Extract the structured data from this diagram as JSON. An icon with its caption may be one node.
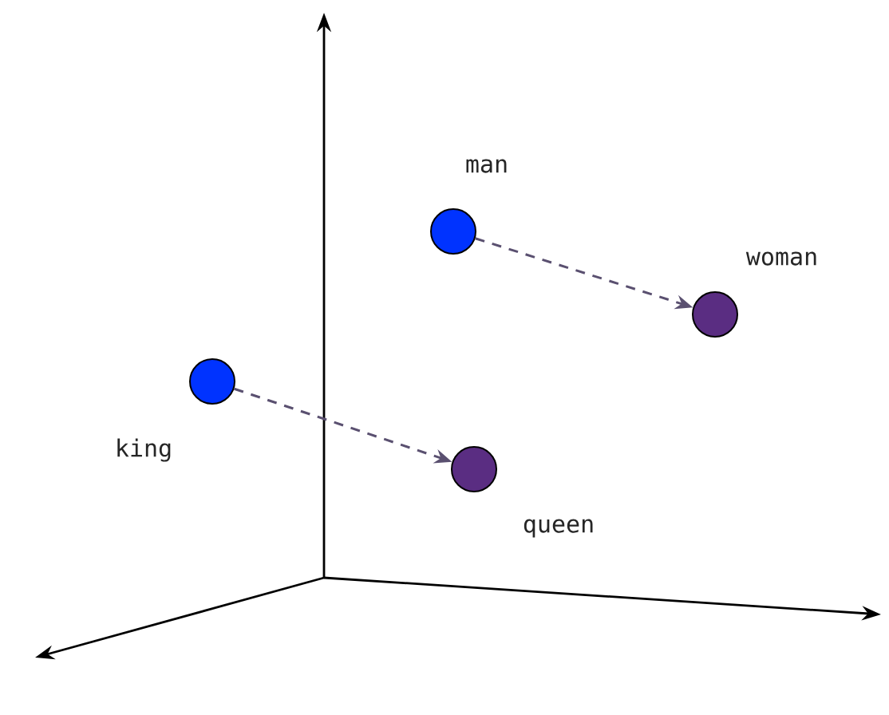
{
  "diagram": {
    "nodes": [
      {
        "text": [],
        "shape": "circle",
        "beside": [
          "man"
        ]
      },
      {
        "text": [],
        "shape": "circle",
        "beside": [
          "woman"
        ]
      },
      {
        "text": [],
        "shape": "circle",
        "beside": [
          "king"
        ]
      },
      {
        "text": [],
        "shape": "circle",
        "beside": [
          "queen"
        ]
      }
    ],
    "edges": [
      {
        "from": 0,
        "to": 1,
        "arrow": "to",
        "style": "dashed"
      },
      {
        "from": 2,
        "to": 3,
        "arrow": "to",
        "style": "dashed"
      }
    ]
  }
}
